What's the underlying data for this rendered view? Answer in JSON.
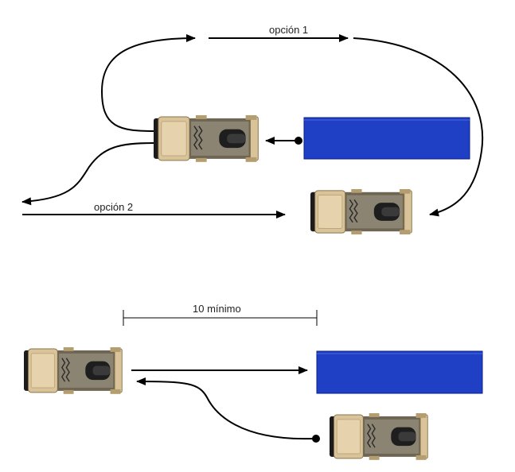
{
  "labels": {
    "option1": "opción 1",
    "option2": "opción 2",
    "min_distance": "10 mínimo"
  },
  "colors": {
    "trailer": "#1f3fc4",
    "trailer_edge": "#0e1f8a",
    "truck_body": "#d9c39a",
    "truck_dark": "#2a2a2a",
    "arrow": "#000000"
  },
  "icons": [
    "truck-icon",
    "trailer-icon",
    "arrow-icon",
    "start-point-icon"
  ]
}
